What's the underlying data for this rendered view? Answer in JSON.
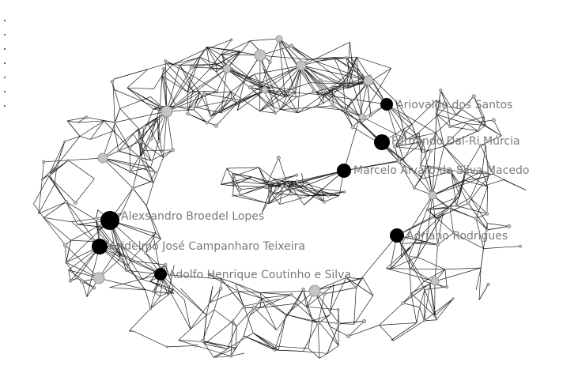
{
  "labels": {
    "ariovaldo": "Ariovaldo dos Santos",
    "fernando": "Fernando Dal-Ri Múrcia",
    "marcelo": "Marcelo Alvaro da Silva Macedo",
    "alexsandro": "Alexsandro Broedel Lopes",
    "aridelmo": "Aridelmo José Campanharo Teixeira",
    "adriano": "Adriano Rodrigues",
    "adolfo": "Adolfo Henrique Coutinho e Silva"
  },
  "colors": {
    "edge": "#222222",
    "hub_node": "#000000",
    "gray_node": "#c4c4c4",
    "label": "#7a7a7a"
  }
}
